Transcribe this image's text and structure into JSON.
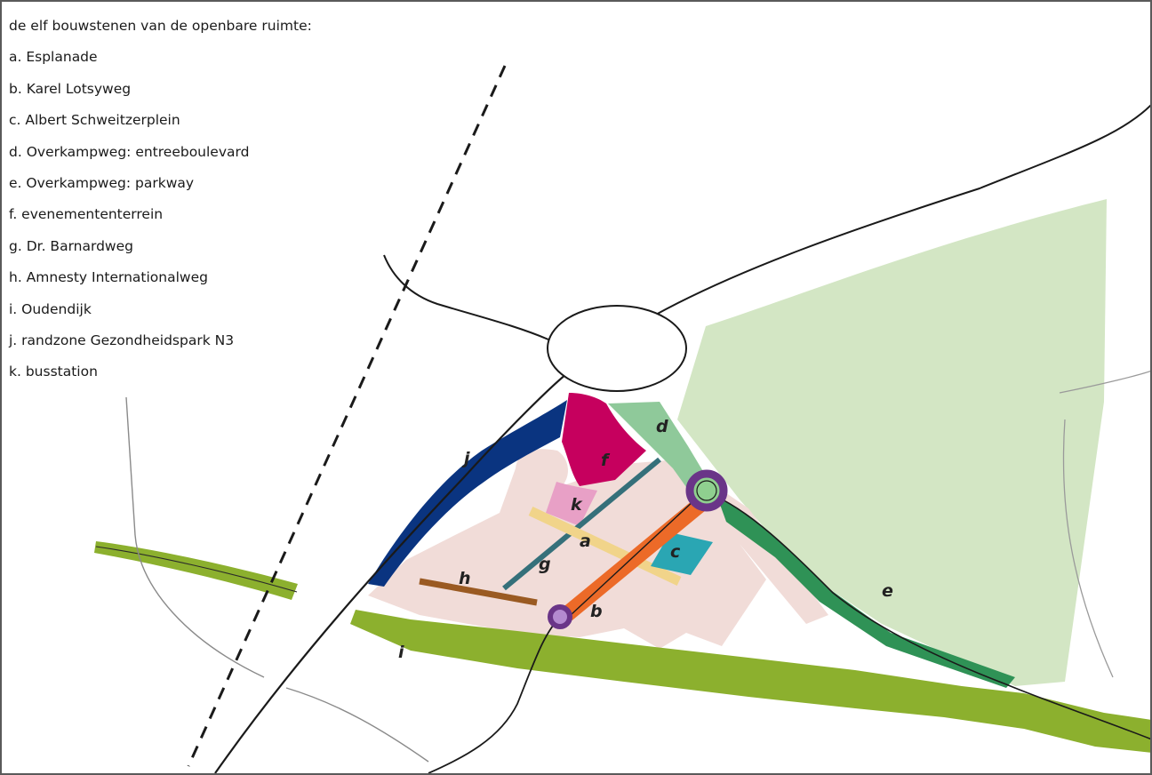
{
  "legend": {
    "title": "de elf bouwstenen van de openbare ruimte:",
    "items": [
      "a. Esplanade",
      "b. Karel Lotsyweg",
      "c. Albert Schweitzerplein",
      "d. Overkampweg: entreeboulevard",
      "e. Overkampweg: parkway",
      "f.  evenemententerrein",
      "g. Dr. Barnardweg",
      "h. Amnesty Internationalweg",
      "i.  Oudendijk",
      "j.  randzone Gezondheidspark N3",
      "k. busstation"
    ]
  },
  "map_labels": {
    "a": "a",
    "b": "b",
    "c": "c",
    "d": "d",
    "e": "e",
    "f": "f",
    "g": "g",
    "h": "h",
    "i": "i",
    "j": "j",
    "k": "k"
  },
  "colors": {
    "park_green": "#d3e6c4",
    "dike_green": "#8cb02e",
    "parkway_green": "#2f9256",
    "entree_green": "#8fc99a",
    "zone_pink": "#f1dcd8",
    "event_magenta": "#c6005e",
    "bus_pink": "#e8a0c6",
    "road_navy": "#0a3480",
    "street_teal": "#35707a",
    "square_cyan": "#2aa6b3",
    "boulevard_orange": "#ec6a28",
    "esplanade_yellow": "#f1d48a",
    "avenue_brown": "#9a5a22",
    "hub_purple": "#6a3588"
  }
}
